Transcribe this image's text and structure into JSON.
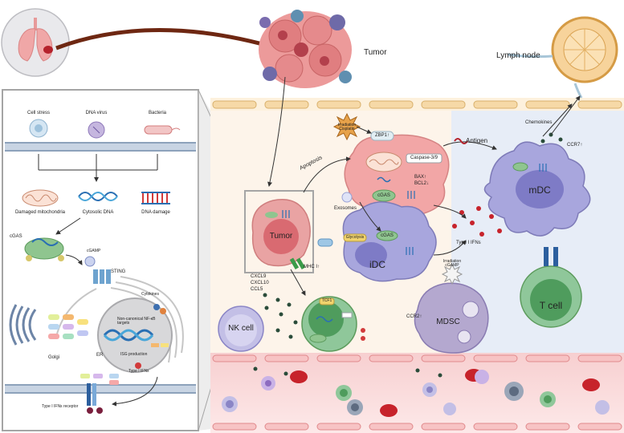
{
  "organs": {
    "tumor": "Tumor",
    "lymph_node": "Lymph node"
  },
  "inset": {
    "stimuli": {
      "cell_stress": "Cell stress",
      "dna_virus": "DNA virus",
      "bacteria": "Bacteria"
    },
    "damage": {
      "mito": "Damaged mitochondria",
      "cyto_dna": "Cytosolic DNA",
      "dna_damage": "DNA damage"
    },
    "pathway": {
      "cgas": "cGAS",
      "cgamp": "cGAMP",
      "sting": "STING",
      "golgi": "Golgi",
      "er": "ER",
      "cytokines": "Cytokines",
      "noncanonical": "Non-canonical NF-κB targets",
      "isg": "ISG production",
      "type1": "Type I IFNs",
      "receptor": "Type I IFNs receptor"
    }
  },
  "tme": {
    "apoptosis": "Apoptosis",
    "irradiation": "Irradiation Cisplatin",
    "zbp1": "ZBP1↑",
    "caspase": "Caspase-3/9",
    "bax": "BAX↑",
    "bcl2": "BCL2↓",
    "cgas": "cGAS",
    "exosomes": "Exosomes",
    "antigen": "Antigen",
    "chemokines": "Chemokines",
    "ccr7": "CCR7↑",
    "mdc": "mDC",
    "idc": "iDC",
    "tumor": "Tumor",
    "mhc": "MHC I↑",
    "chemo_list": [
      "CXCL9",
      "CXCL10",
      "CCL5"
    ],
    "nk": "NK cell",
    "tcf1": "TCF1",
    "ccr2": "CCR2↑",
    "mdsc": "MDSC",
    "irr_cgamp": "Irradiation cGAMP",
    "type1": "Type I IFNs",
    "t_cell": "T cell",
    "glycolysis": "Glycolysis"
  },
  "colors": {
    "tumor": "#e9a3a3",
    "dc": "#a8a6dd",
    "mdsc": "#b4a8cf",
    "tcell": "#8fc79a",
    "nk": "#c3bfe6",
    "vessel": "#fbe2e2",
    "rbc": "#c7232b",
    "arrow": "#7b2a16"
  },
  "icons": [
    "lung-icon",
    "mitochondria-icon",
    "dna-helix-icon",
    "receptor-icon",
    "virus-icon",
    "bacteria-icon"
  ]
}
